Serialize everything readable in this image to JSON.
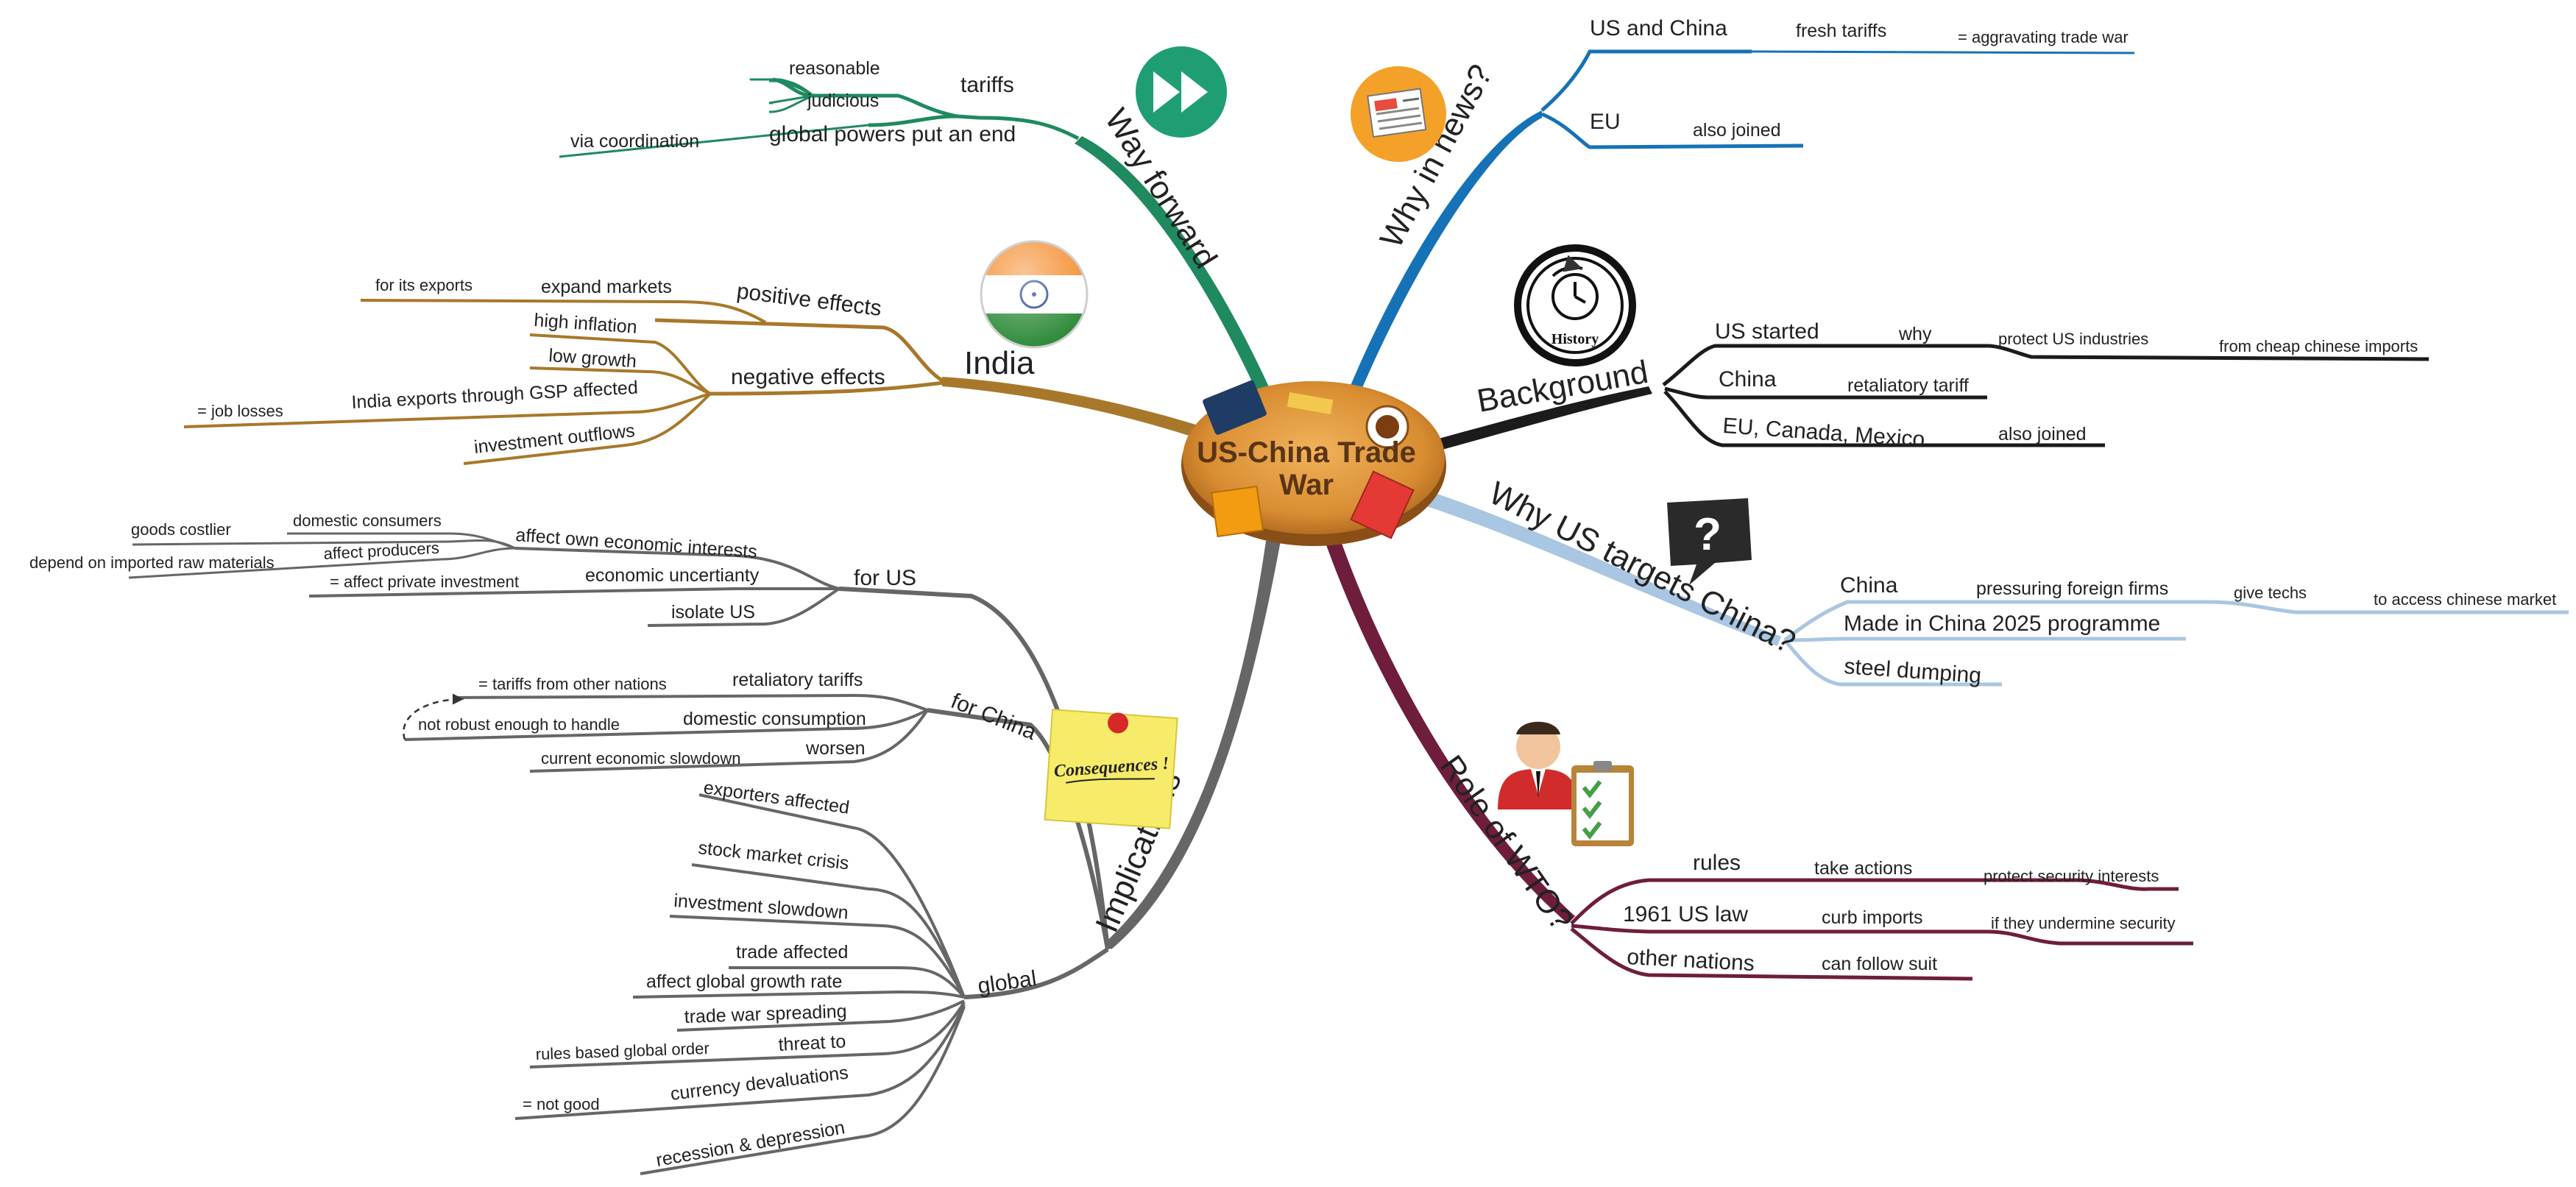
{
  "center": {
    "line1": "US-China Trade",
    "line2": "War"
  },
  "colors": {
    "news": "#1672b6",
    "background": "#1b1b1b",
    "targets": "#a9c6e2",
    "wto": "#6f1d3d",
    "implications": "#666666",
    "india": "#a8782a",
    "way": "#1f8a5f"
  },
  "icons": {
    "news": "newspaper-icon",
    "history": "history-clock-icon",
    "question": "question-bubble-icon",
    "wto": "businessman-checklist-icon",
    "india": "india-flag-icon",
    "way": "fast-forward-icon",
    "sticky": "sticky-note-icon"
  },
  "sticky_note": "Consequences !",
  "history_label": "History",
  "branches": {
    "news": {
      "label": "Why in news?",
      "us_china": "US and China",
      "fresh_tariffs": "fresh tariffs",
      "aggravating": "= aggravating trade war",
      "eu": "EU",
      "also_joined": "also joined"
    },
    "background": {
      "label": "Background",
      "us_started": "US started",
      "why": "why",
      "protect": "protect US industries",
      "from_cheap": "from cheap chinese imports",
      "china": "China",
      "retaliatory": "retaliatory tariff",
      "eu_canada": "EU, Canada, Mexico",
      "also_joined": "also joined"
    },
    "targets": {
      "label": "Why US targets China?",
      "china": "China",
      "pressuring": "pressuring foreign firms",
      "give_techs": "give techs",
      "to_access": "to access chinese market",
      "made_in": "Made in China 2025 programme",
      "steel": "steel dumping"
    },
    "wto": {
      "label": "Role of WTO?",
      "rules": "rules",
      "take_actions": "take actions",
      "protect_security": "protect security interests",
      "law": "1961 US law",
      "curb": "curb imports",
      "if_undermine": "if they undermine security",
      "other_nations": "other nations",
      "can_follow": "can follow suit"
    },
    "implications": {
      "label": "Implications",
      "for_us": {
        "label": "for US",
        "affect_own": "affect own economic interests",
        "domestic_consumers": "domestic consumers",
        "goods_costlier": "goods costlier",
        "affect_producers": "affect producers",
        "depend_on": "depend on imported raw materials",
        "economic_uncertainty": "economic uncertianty",
        "affect_private": "= affect private investment",
        "isolate": "isolate US"
      },
      "for_china": {
        "label": "for China",
        "retaliatory": "retaliatory tariffs",
        "tariffs_other": "= tariffs from other nations",
        "domestic_consumption": "domestic consumption",
        "not_robust": "not robust enough to handle",
        "worsen": "worsen",
        "current_slowdown": "current economic slowdown"
      },
      "global": {
        "label": "global",
        "exporters": "exporters affected",
        "stock": "stock market crisis",
        "investment": "investment slowdown",
        "trade": "trade affected",
        "growth": "affect global growth rate",
        "spreading": "trade war spreading",
        "threat": "threat to",
        "rules_based": "rules based global order",
        "currency": "currency devaluations",
        "not_good": "= not good",
        "recession": "recession & depression"
      }
    },
    "india": {
      "label": "India",
      "positive": "positive effects",
      "expand": "expand markets",
      "for_exports": "for its exports",
      "negative": "negative effects",
      "high_inflation": "high inflation",
      "low_growth": "low growth",
      "gsp": "India exports through GSP affected",
      "job_losses": "= job losses",
      "investment_outflows": "investment outflows"
    },
    "way": {
      "label": "Way forward",
      "tariffs": "tariffs",
      "reasonable": "reasonable",
      "judicious": "judicious",
      "global_powers": "global powers put an end",
      "via_coordination": "via coordination"
    }
  }
}
